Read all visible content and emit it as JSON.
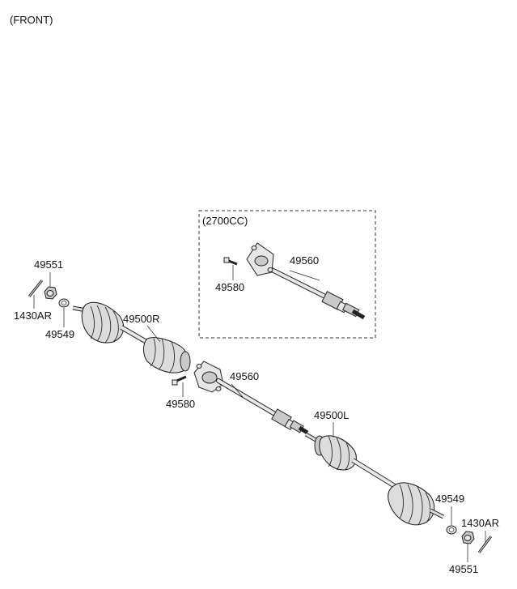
{
  "header": {
    "title": "(FRONT)"
  },
  "inset": {
    "label": "(2700CC)"
  },
  "labels": {
    "inset_shaft": "49560",
    "inset_bolt": "49580",
    "nut_left": "49551",
    "pin_left": "1430AR",
    "washer_left": "49549",
    "axle_right": "49500R",
    "shaft_main": "49560",
    "bolt_main": "49580",
    "axle_left": "49500L",
    "washer_right": "49549",
    "pin_right": "1430AR",
    "nut_right": "49551"
  }
}
